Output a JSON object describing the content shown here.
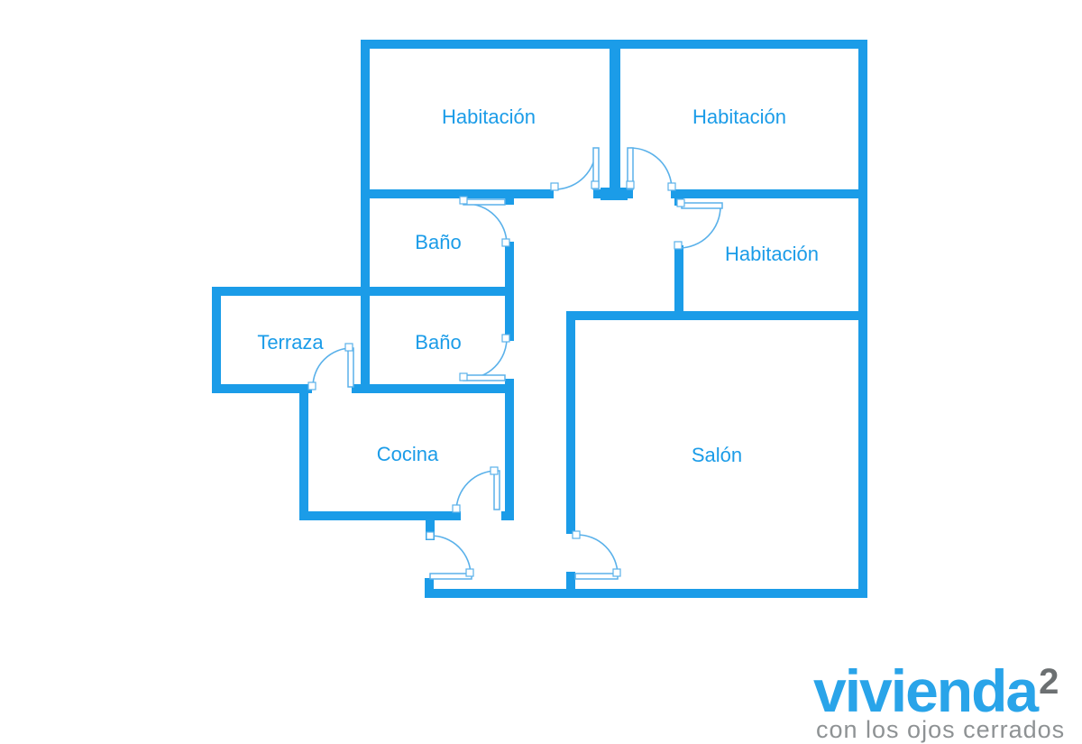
{
  "colors": {
    "wall": "#1b9ce8",
    "door": "#5ab1ea",
    "label": "#1b9ce8",
    "brand": "#29a4e9",
    "brandsup": "#6c7072",
    "tagline": "#8e9294"
  },
  "floorplan": {
    "rooms": [
      {
        "id": "habitacion-top-left",
        "label": "Habitación"
      },
      {
        "id": "habitacion-top-right",
        "label": "Habitación"
      },
      {
        "id": "bano-upper",
        "label": "Baño"
      },
      {
        "id": "habitacion-middle-right",
        "label": "Habitación"
      },
      {
        "id": "terraza",
        "label": "Terraza"
      },
      {
        "id": "bano-lower",
        "label": "Baño"
      },
      {
        "id": "cocina",
        "label": "Cocina"
      },
      {
        "id": "salon",
        "label": "Salón"
      }
    ]
  },
  "logo": {
    "brand": "vivienda",
    "superscript": "2",
    "tagline": "con los ojos cerrados"
  }
}
